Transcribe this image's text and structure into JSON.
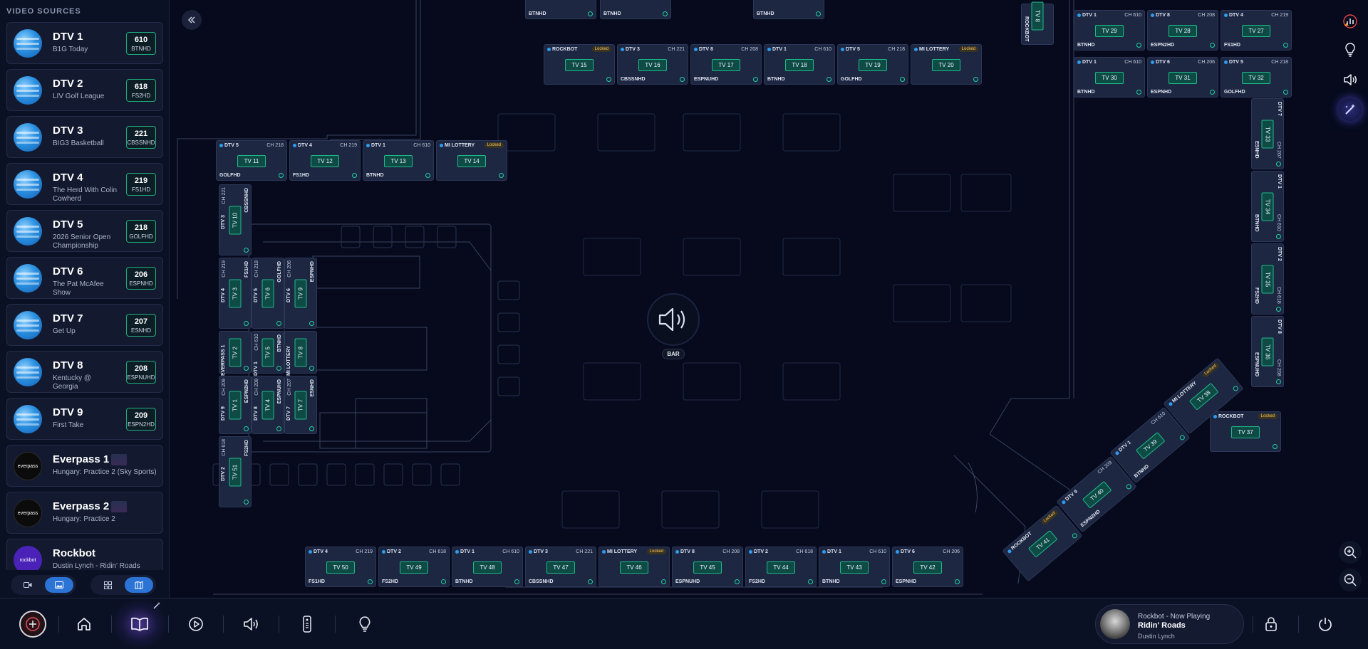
{
  "sidebar": {
    "title": "VIDEO SOURCES",
    "sources": [
      {
        "name": "DTV 1",
        "sub": "B1G Today",
        "ch": "610",
        "call": "BTNHD",
        "type": "dtv"
      },
      {
        "name": "DTV 2",
        "sub": "LIV Golf League",
        "ch": "618",
        "call": "FS2HD",
        "type": "dtv"
      },
      {
        "name": "DTV 3",
        "sub": "BIG3 Basketball",
        "ch": "221",
        "call": "CBSSNHD",
        "type": "dtv"
      },
      {
        "name": "DTV 4",
        "sub": "The Herd With Colin Cowherd",
        "ch": "219",
        "call": "FS1HD",
        "type": "dtv"
      },
      {
        "name": "DTV 5",
        "sub": "2026 Senior Open Championship",
        "ch": "218",
        "call": "GOLFHD",
        "type": "dtv"
      },
      {
        "name": "DTV 6",
        "sub": "The Pat McAfee Show",
        "ch": "206",
        "call": "ESPNHD",
        "type": "dtv"
      },
      {
        "name": "DTV 7",
        "sub": "Get Up",
        "ch": "207",
        "call": "ESNHD",
        "type": "dtv"
      },
      {
        "name": "DTV 8",
        "sub": "Kentucky @ Georgia",
        "ch": "208",
        "call": "ESPNUHD",
        "type": "dtv"
      },
      {
        "name": "DTV 9",
        "sub": "First Take",
        "ch": "209",
        "call": "ESPN2HD",
        "type": "dtv"
      },
      {
        "name": "Everpass 1",
        "sub": "Hungary: Practice 2 (Sky Sports)",
        "ch": "",
        "call": "",
        "type": "everpass"
      },
      {
        "name": "Everpass 2",
        "sub": "Hungary: Practice 2",
        "ch": "",
        "call": "",
        "type": "everpass"
      },
      {
        "name": "Rockbot",
        "sub": "Dustin Lynch - Ridin' Roads",
        "ch": "",
        "call": "",
        "type": "rockbot"
      }
    ],
    "logo_text_everpass": "everpass",
    "logo_text_rockbot": "rockbot"
  },
  "map": {
    "bar_label": "BAR",
    "tvs_top": [
      {
        "id": "TV 15",
        "src": "ROCKBOT",
        "ch": "",
        "call": "",
        "locked": true
      },
      {
        "id": "TV 16",
        "src": "DTV 3",
        "ch": "CH 221",
        "call": "CBSSNHD"
      },
      {
        "id": "TV 17",
        "src": "DTV 8",
        "ch": "CH 208",
        "call": "ESPNUHD"
      },
      {
        "id": "TV 18",
        "src": "DTV 1",
        "ch": "CH 610",
        "call": "BTNHD"
      },
      {
        "id": "TV 19",
        "src": "DTV 5",
        "ch": "CH 218",
        "call": "GOLFHD"
      },
      {
        "id": "TV 20",
        "src": "MI LOTTERY",
        "ch": "",
        "call": "",
        "locked": true
      }
    ],
    "tvs_mid": [
      {
        "id": "TV 11",
        "src": "DTV 5",
        "ch": "CH 218",
        "call": "GOLFHD"
      },
      {
        "id": "TV 12",
        "src": "DTV 4",
        "ch": "CH 219",
        "call": "FS1HD"
      },
      {
        "id": "TV 13",
        "src": "DTV 1",
        "ch": "CH 610",
        "call": "BTNHD"
      },
      {
        "id": "TV 14",
        "src": "MI LOTTERY",
        "ch": "",
        "call": "",
        "locked": true
      }
    ],
    "tvs_right_top": [
      {
        "id": "TV 29",
        "src": "DTV 1",
        "ch": "CH 610",
        "call": "BTNHD"
      },
      {
        "id": "TV 28",
        "src": "DTV 8",
        "ch": "CH 208",
        "call": "ESPN2HD"
      },
      {
        "id": "TV 27",
        "src": "DTV 4",
        "ch": "CH 219",
        "call": "FS1HD"
      },
      {
        "id": "TV 30",
        "src": "DTV 1",
        "ch": "CH 610",
        "call": "BTNHD"
      },
      {
        "id": "TV 31",
        "src": "DTV 6",
        "ch": "CH 206",
        "call": "ESPNHD"
      },
      {
        "id": "TV 32",
        "src": "DTV 5",
        "ch": "CH 218",
        "call": "GOLFHD"
      }
    ],
    "tvs_right_col": [
      {
        "id": "TV 33",
        "src": "DTV 7",
        "ch": "CH 207",
        "call": "ESNHD"
      },
      {
        "id": "TV 34",
        "src": "DTV 1",
        "ch": "CH 610",
        "call": "BTNHD"
      },
      {
        "id": "TV 35",
        "src": "DTV 2",
        "ch": "CH 618",
        "call": "FS2HD"
      },
      {
        "id": "TV 36",
        "src": "DTV 8",
        "ch": "CH 208",
        "call": "ESPNUHD"
      }
    ],
    "tv_37": {
      "id": "TV 37",
      "src": "ROCKBOT",
      "ch": "",
      "call": "",
      "locked": true
    },
    "tvs_diag": [
      {
        "id": "TV 38",
        "src": "MI LOTTERY",
        "ch": "",
        "call": "",
        "locked": true
      },
      {
        "id": "TV 39",
        "src": "DTV 1",
        "ch": "CH 610",
        "call": "BTNHD"
      },
      {
        "id": "TV 40",
        "src": "DTV 9",
        "ch": "CH 209",
        "call": "ESPN2HD"
      },
      {
        "id": "TV 41",
        "src": "ROCKBOT",
        "ch": "",
        "call": "",
        "locked": true
      }
    ],
    "tvs_bottom": [
      {
        "id": "TV 50",
        "src": "DTV 4",
        "ch": "CH 219",
        "call": "FS1HD"
      },
      {
        "id": "TV 49",
        "src": "DTV 2",
        "ch": "CH 618",
        "call": "FS2HD"
      },
      {
        "id": "TV 48",
        "src": "DTV 1",
        "ch": "CH 610",
        "call": "BTNHD"
      },
      {
        "id": "TV 47",
        "src": "DTV 3",
        "ch": "CH 221",
        "call": "CBSSNHD"
      },
      {
        "id": "TV 46",
        "src": "MI LOTTERY",
        "ch": "",
        "call": "",
        "locked": true
      },
      {
        "id": "TV 45",
        "src": "DTV 8",
        "ch": "CH 208",
        "call": "ESPNUHD"
      },
      {
        "id": "TV 44",
        "src": "DTV 2",
        "ch": "CH 618",
        "call": "FS2HD"
      },
      {
        "id": "TV 43",
        "src": "DTV 1",
        "ch": "CH 610",
        "call": "BTNHD"
      },
      {
        "id": "TV 42",
        "src": "DTV 6",
        "ch": "CH 206",
        "call": "ESPNHD"
      }
    ],
    "tvs_left": [
      {
        "id": "TV 10",
        "src": "DTV 3",
        "ch": "CH 221",
        "call": "CBSSNHD"
      },
      {
        "id": "TV 3",
        "src": "DTV 4",
        "ch": "CH 219",
        "call": "FS1HD"
      },
      {
        "id": "TV 6",
        "src": "DTV 5",
        "ch": "CH 218",
        "call": "GOLFHD"
      },
      {
        "id": "TV 9",
        "src": "DTV 6",
        "ch": "CH 206",
        "call": "ESPNHD"
      },
      {
        "id": "TV 2",
        "src": "EVERPASS 1",
        "ch": "",
        "call": ""
      },
      {
        "id": "TV 5",
        "src": "DTV 1",
        "ch": "CH 610",
        "call": "BTNHD"
      },
      {
        "id": "TV 8",
        "src": "MI LOTTERY",
        "ch": "",
        "call": ""
      },
      {
        "id": "TV 1",
        "src": "DTV 9",
        "ch": "CH 209",
        "call": "ESPN2HD"
      },
      {
        "id": "TV 4",
        "src": "DTV 8",
        "ch": "CH 208",
        "call": "ESPNUHD"
      },
      {
        "id": "TV 7",
        "src": "DTV 7",
        "ch": "CH 207",
        "call": "ESNHD"
      },
      {
        "id": "TV 51",
        "src": "DTV 2",
        "ch": "CH 618",
        "call": "FS2HD"
      }
    ],
    "locked_label": "Locked",
    "partial_top": [
      "BTNHD",
      "BTNHD",
      "BTNHD",
      "TV 8",
      "ROCKBOT"
    ]
  },
  "nav": {
    "brand": "LOGO",
    "items": [
      "home-icon",
      "book-map-icon",
      "play-icon",
      "volume-icon",
      "remote-icon",
      "lightbulb-icon"
    ]
  },
  "now_playing": {
    "line1": "Rockbot - Now Playing",
    "title": "Ridin' Roads",
    "artist": "Dustin Lynch"
  },
  "colors": {
    "accent": "#2b74d6",
    "tv_label_bg": "#0f4b45",
    "tv_label_border": "#1fb98a",
    "background": "#060a1c"
  }
}
